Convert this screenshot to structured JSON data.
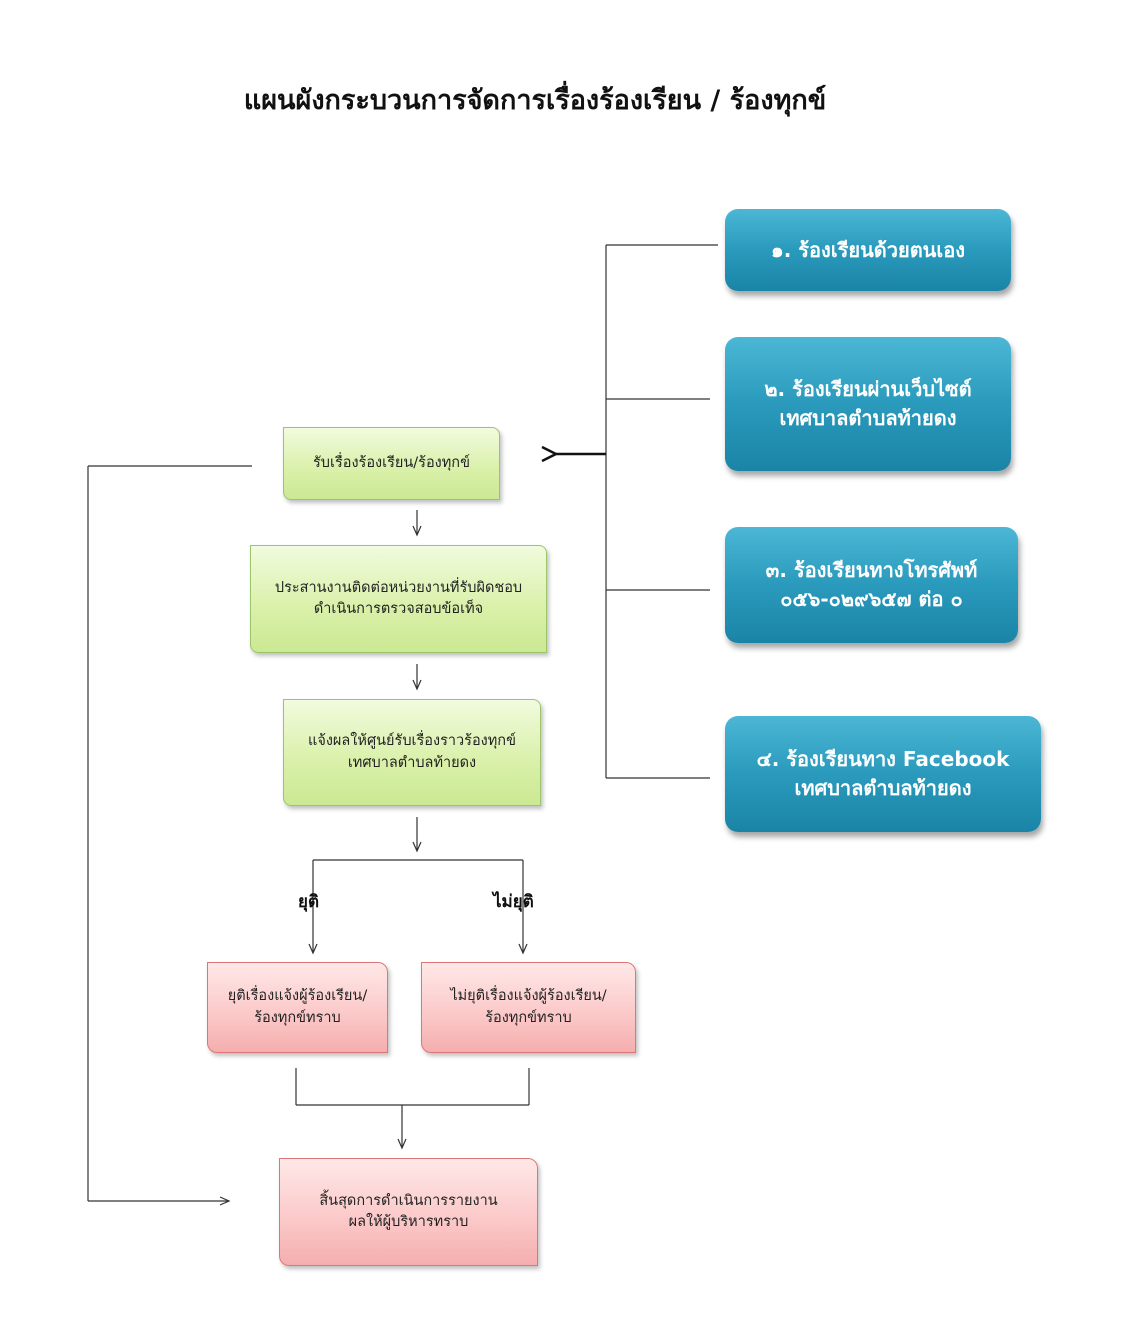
{
  "title": "แผนผังกระบวนการจัดการเรื่องร้องเรียน / ร้องทุกข์",
  "channels": [
    {
      "line1": "๑. ร้องเรียนด้วยตนเอง",
      "line2": ""
    },
    {
      "line1": "๒. ร้องเรียนผ่านเว็บไซต์",
      "line2": "เทศบาลตำบลท้ายดง"
    },
    {
      "line1": "๓. ร้องเรียนทางโทรศัพท์",
      "line2": "๐๕๖-๐๒๙๖๕๗  ต่อ ๐"
    },
    {
      "line1": "๔. ร้องเรียนทาง  Facebook",
      "line2": "เทศบาลตำบลท้ายดง"
    }
  ],
  "steps": {
    "receive": "รับเรื่องร้องเรียน/ร้องทุกข์",
    "coordinate_line1": "ประสานงานติดต่อหน่วยงานที่รับผิดชอบ",
    "coordinate_line2": "ดำเนินการตรวจสอบข้อเท็จ",
    "notify_line1": "แจ้งผลให้ศูนย์รับเรื่องราวร้องทุกข์",
    "notify_line2": "เทศบาลตำบลท้ายดง",
    "resolved_label": "ยุติ",
    "unresolved_label": "ไม่ยุติ",
    "resolved_line1": "ยุติเรื่องแจ้งผู้ร้องเรียน/",
    "resolved_line2": "ร้องทุกข์ทราบ",
    "unresolved_line1": "ไม่ยุติเรื่องแจ้งผู้ร้องเรียน/",
    "unresolved_line2": "ร้องทุกข์ทราบ",
    "end_line1": "สิ้นสุดการดำเนินการรายงาน",
    "end_line2": "ผลให้ผู้บริหารทราบ"
  },
  "colors": {
    "channel_box": "#2b9bbd",
    "process_box": "#d9f0a8",
    "outcome_box": "#fbc7c7",
    "connector": "#333333"
  }
}
